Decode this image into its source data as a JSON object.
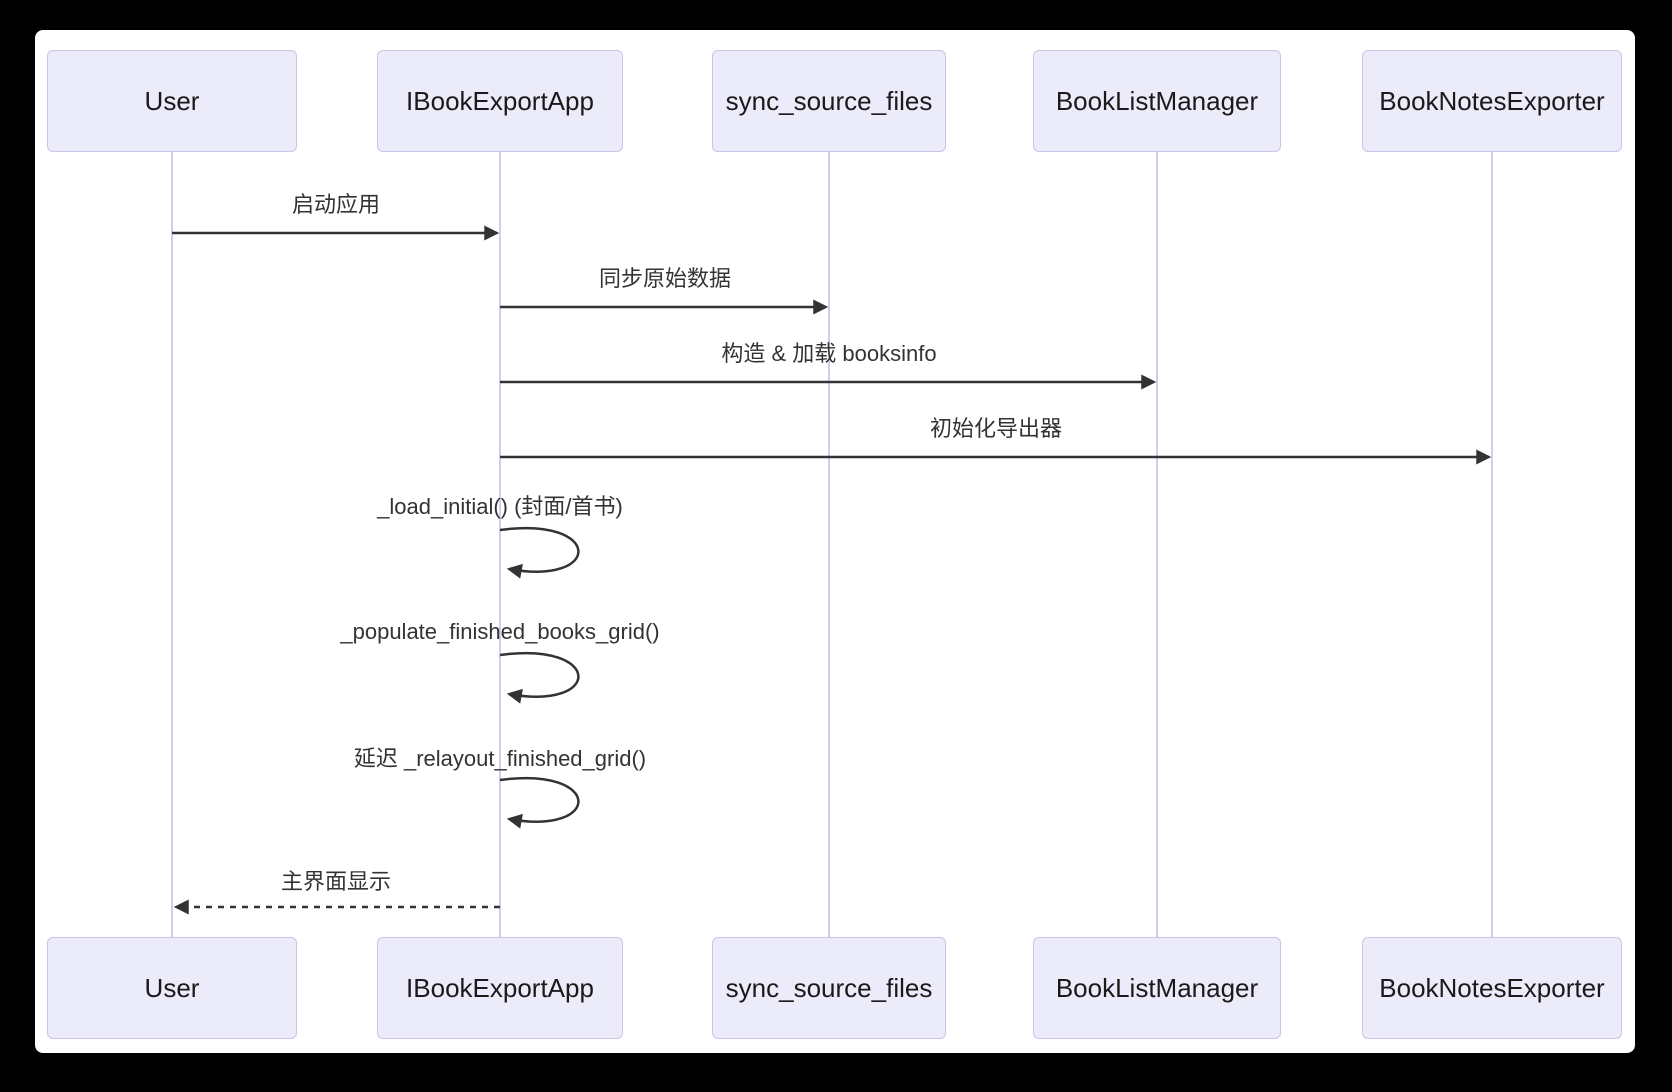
{
  "diagram": {
    "type": "sequence-diagram",
    "actors": [
      "User",
      "IBookExportApp",
      "sync_source_files",
      "BookListManager",
      "BookNotesExporter"
    ],
    "messages": [
      {
        "from": "User",
        "to": "IBookExportApp",
        "label": "启动应用",
        "style": "solid"
      },
      {
        "from": "IBookExportApp",
        "to": "sync_source_files",
        "label": "同步原始数据",
        "style": "solid"
      },
      {
        "from": "IBookExportApp",
        "to": "BookListManager",
        "label": "构造 & 加载 booksinfo",
        "style": "solid"
      },
      {
        "from": "IBookExportApp",
        "to": "BookNotesExporter",
        "label": "初始化导出器",
        "style": "solid"
      },
      {
        "from": "IBookExportApp",
        "to": "IBookExportApp",
        "label": "_load_initial() (封面/首书)",
        "style": "self-loop"
      },
      {
        "from": "IBookExportApp",
        "to": "IBookExportApp",
        "label": "_populate_finished_books_grid()",
        "style": "self-loop"
      },
      {
        "from": "IBookExportApp",
        "to": "IBookExportApp",
        "label": "延迟 _relayout_finished_grid()",
        "style": "self-loop"
      },
      {
        "from": "IBookExportApp",
        "to": "User",
        "label": "主界面显示",
        "style": "dashed-return"
      }
    ],
    "colors": {
      "canvas_bg": "#000000",
      "panel_bg": "#FFFFFF",
      "actor_fill": "#EBEBFA",
      "actor_border": "#C9C5E8",
      "lifeline": "#D3CCEE",
      "arrow": "#333333",
      "text": "#1A1A1A"
    }
  }
}
